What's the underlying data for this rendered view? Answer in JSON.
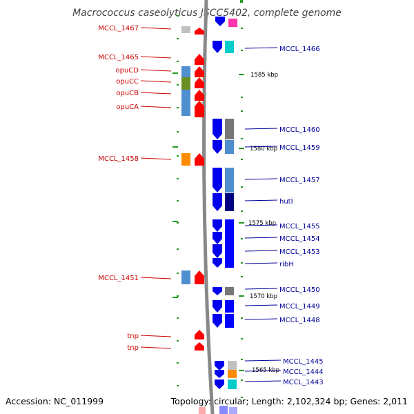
{
  "title": "Macrococcus caseolyticus JSCC5402, complete genome",
  "accession": "Accession: NC_011999",
  "topology": "Topology: circular; Length: 2,102,324 bp; Genes: 2,011",
  "colors": {
    "left_label": "#cc0000",
    "right_label": "#000099",
    "left_arrow": "#ff0000",
    "right_arrow": "#0000ee",
    "backbone": "#888888",
    "tick": "#229922"
  },
  "kbp_labels": [
    "1585 kbp",
    "1580 kbp",
    "1575 kbp",
    "1570 kbp",
    "1565 kbp"
  ],
  "left_genes": [
    {
      "label": "MCCL_1467",
      "category_color": "#c0c0c0"
    },
    {
      "label": "MCCL_1465",
      "category_color": ""
    },
    {
      "label": "opuCD",
      "category_color": "#4f8fcf"
    },
    {
      "label": "opuCC",
      "category_color": "#6b8e23"
    },
    {
      "label": "opuCB",
      "category_color": "#4f8fcf"
    },
    {
      "label": "opuCA",
      "category_color": "#4f8fcf"
    },
    {
      "label": "MCCL_1458",
      "category_color": "#ff8c00"
    },
    {
      "label": "MCCL_1451",
      "category_color": "#4f8fcf"
    },
    {
      "label": "tnp",
      "category_color": ""
    },
    {
      "label": "tnp",
      "category_color": ""
    }
  ],
  "right_genes": [
    {
      "label": "MCCL_1466",
      "category_color": "#00cccc"
    },
    {
      "label": "MCCL_1460",
      "category_color": "#777777"
    },
    {
      "label": "MCCL_1459",
      "category_color": "#4f8fcf"
    },
    {
      "label": "MCCL_1457",
      "category_color": "#4f8fcf"
    },
    {
      "label": "hutI",
      "category_color": "#000080"
    },
    {
      "label": "MCCL_1455",
      "category_color": "#0000ff"
    },
    {
      "label": "MCCL_1454",
      "category_color": "#0000ff"
    },
    {
      "label": "MCCL_1453",
      "category_color": "#0000ff"
    },
    {
      "label": "ribH",
      "category_color": "#0000ff"
    },
    {
      "label": "MCCL_1450",
      "category_color": "#777777"
    },
    {
      "label": "MCCL_1449",
      "category_color": "#0000ff"
    },
    {
      "label": "MCCL_1448",
      "category_color": "#0000ff"
    },
    {
      "label": "MCCL_1445",
      "category_color": "#c0c0c0"
    },
    {
      "label": "MCCL_1444",
      "category_color": "#ff8c00"
    },
    {
      "label": "MCCL_1443",
      "category_color": "#00cccc"
    }
  ]
}
